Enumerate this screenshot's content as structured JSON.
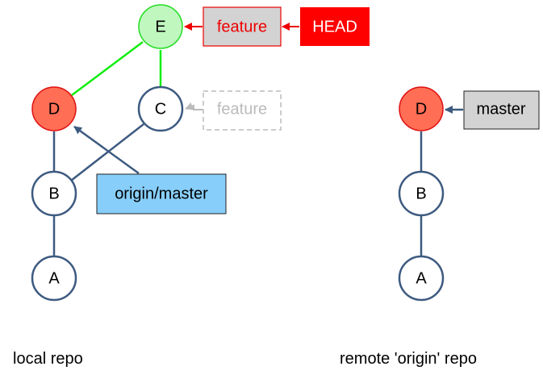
{
  "local": {
    "caption": "local repo",
    "nodes": {
      "A": "A",
      "B": "B",
      "C": "C",
      "D": "D",
      "E": "E"
    },
    "refs": {
      "feature_current": "feature",
      "head": "HEAD",
      "feature_old": "feature",
      "origin_master": "origin/master"
    }
  },
  "remote": {
    "caption": "remote 'origin' repo",
    "nodes": {
      "A": "A",
      "B": "B",
      "D": "D"
    },
    "refs": {
      "master": "master"
    }
  },
  "colors": {
    "edge": "#3d5a80",
    "node_stroke": "#3d5a80",
    "node_fill": "#ffffff",
    "node_d_fill": "#ff6e55",
    "node_d_stroke": "#e01010",
    "node_e_fill": "#bff7bf",
    "node_e_stroke": "#22dd22",
    "new_edge": "#11ee11",
    "feature_box_fill": "#d3d3d3",
    "feature_text": "#ee0000",
    "head_fill": "#ff0000",
    "head_text": "#ffffff",
    "ghost": "#bbbbbb",
    "origin_master_fill": "#87cefa",
    "master_fill": "#d3d3d3"
  }
}
